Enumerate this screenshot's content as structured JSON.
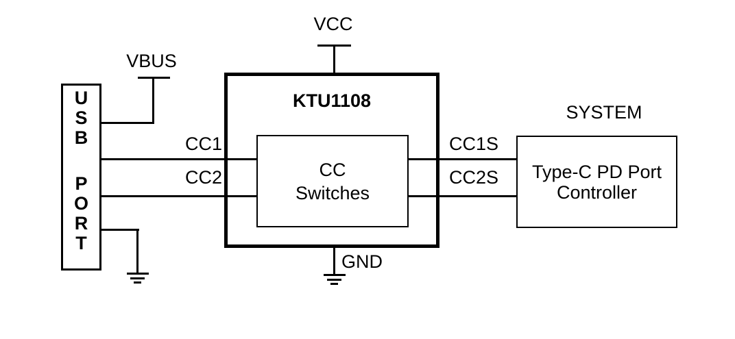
{
  "diagram": {
    "background": "#ffffff",
    "line_color": "#000000",
    "labels": {
      "vcc": "VCC",
      "vbus": "VBUS",
      "gnd": "GND",
      "cc1": "CC1",
      "cc2": "CC2",
      "cc1s": "CC1S",
      "cc2s": "CC2S",
      "system": "SYSTEM"
    },
    "usb_port_box": {
      "word1": "USB",
      "word2": "PORT"
    },
    "ktu_box": {
      "title": "KTU1108"
    },
    "cc_switches_box": {
      "line1": "CC",
      "line2": "Switches"
    },
    "pd_controller_box": {
      "line1": "Type-C PD Port",
      "line2": "Controller"
    }
  }
}
